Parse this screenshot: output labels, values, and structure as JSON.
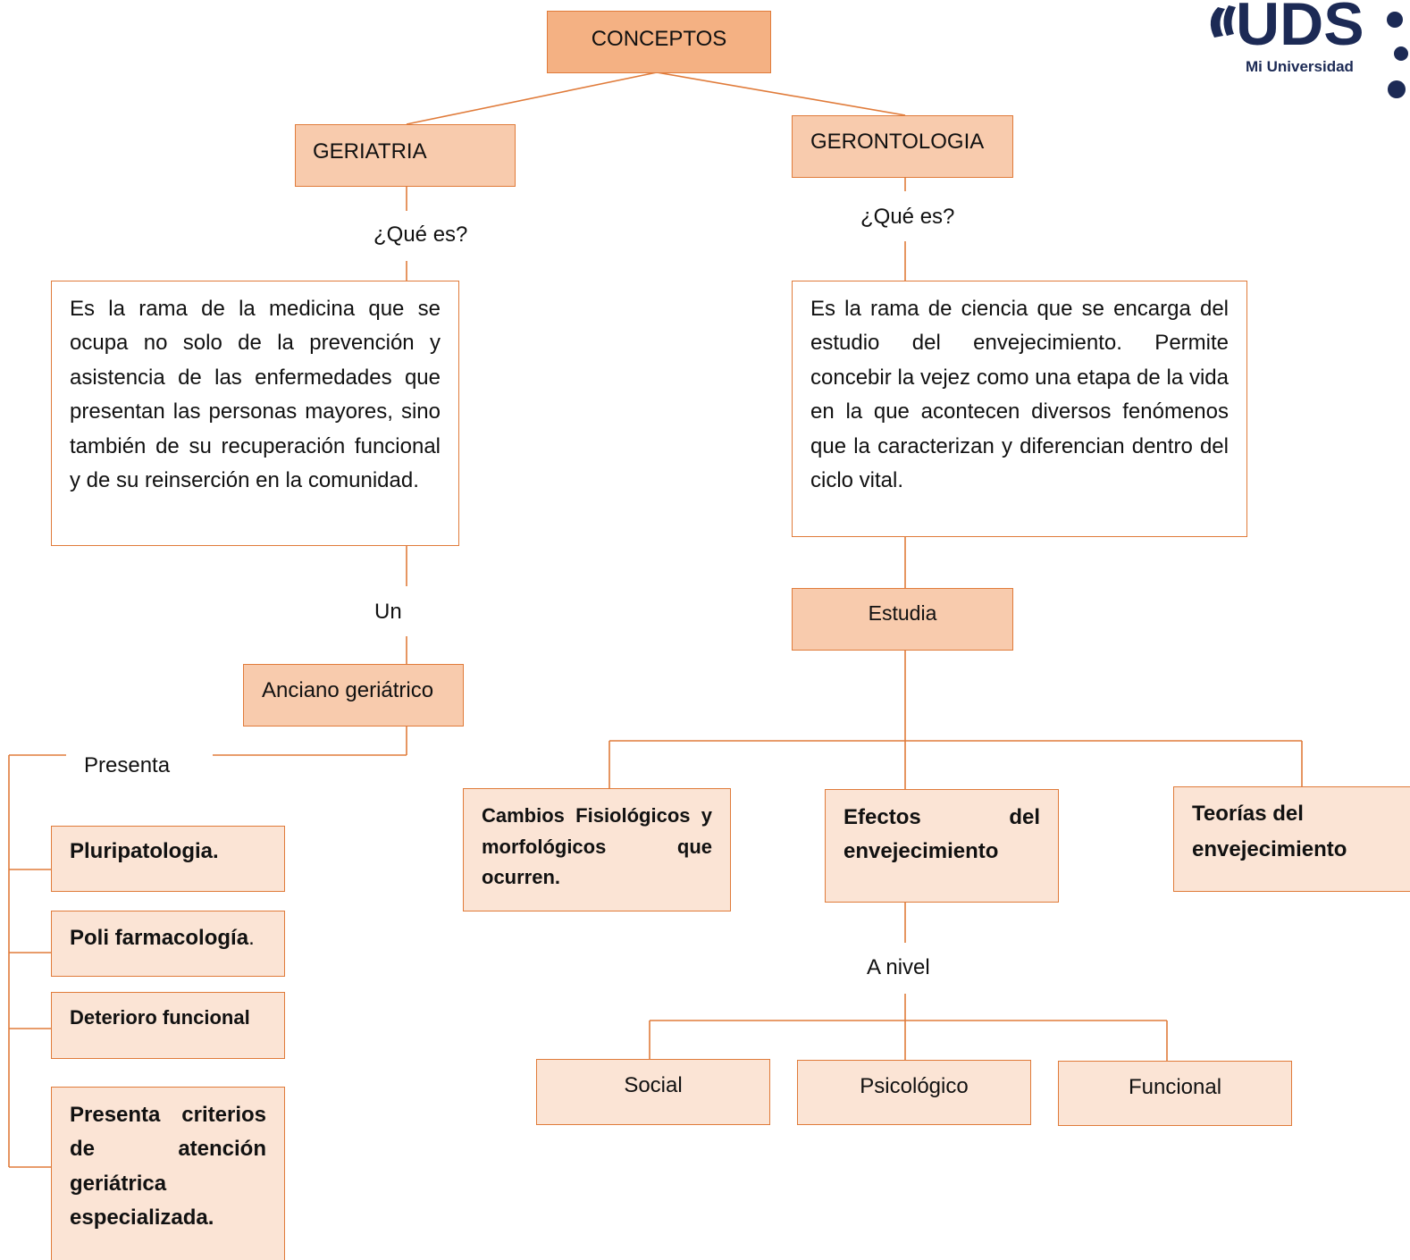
{
  "diagram": {
    "root": "CONCEPTOS",
    "geriatria": {
      "title": "GERIATRIA",
      "link_que_es": "¿Qué es?",
      "definition": "Es la rama de la medicina que se ocupa no solo de la prevención y asistencia de las enfermedades que presentan las personas mayores, sino también de su recuperación funcional y de su reinserción en la comunidad.",
      "link_un": "Un",
      "subject": "Anciano geriátrico",
      "link_presenta": "Presenta",
      "presents": [
        "Pluripatologia.",
        "Deterioro funcional",
        "Presenta criterios de atención geriátrica especializada."
      ],
      "poli_bold": "Poli farmacología",
      "poli_dot": "."
    },
    "gerontologia": {
      "title": "GERONTOLOGIA",
      "link_que_es": "¿Qué es?",
      "definition": "Es la rama de ciencia que se encarga del estudio del envejecimiento. Permite concebir la vejez como una etapa de la vida en la que acontecen diversos fenómenos que la caracterizan y diferencian dentro del ciclo vital.",
      "studies_node": "Estudia",
      "studies": [
        "Cambios Fisiológicos y morfológicos que ocurren.",
        "Efectos del envejecimiento",
        "Teorías del envejecimiento"
      ],
      "link_a_nivel": "A nivel",
      "levels": [
        "Social",
        "Psicológico",
        "Funcional"
      ]
    }
  },
  "logo": {
    "text": "UDS",
    "subtitle": "Mi Universidad",
    "color": "#1c2a55"
  },
  "colors": {
    "border": "#e07b3a",
    "dark_fill": "#f4b183",
    "mid_fill": "#f8cbad",
    "light_fill": "#fbe4d5"
  }
}
